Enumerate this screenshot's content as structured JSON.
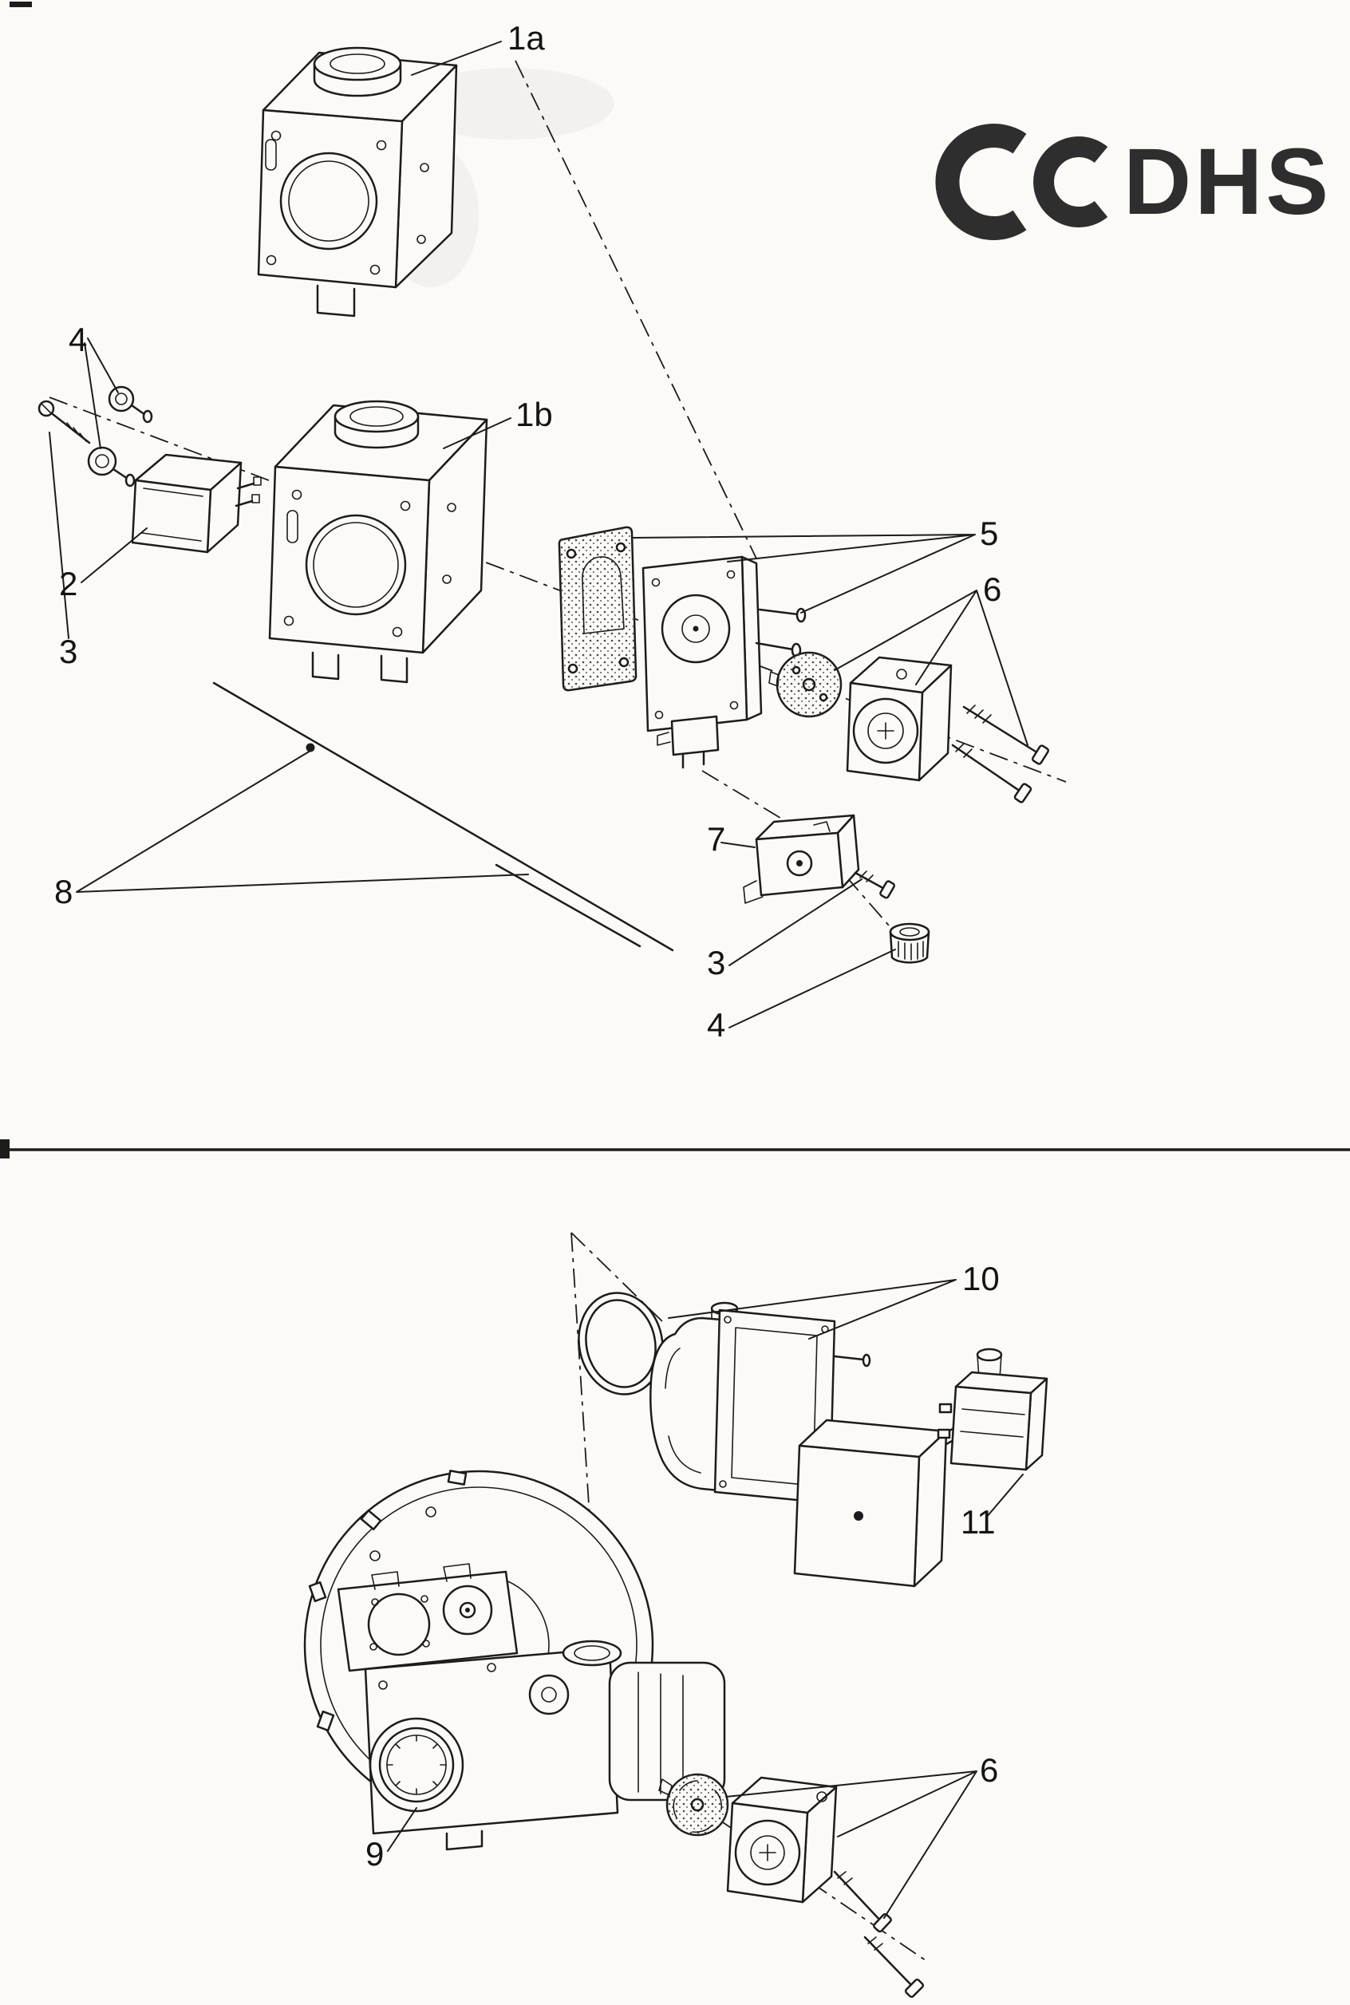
{
  "document": {
    "type": "exploded-parts-diagram",
    "paper_color": "#fbfaf7",
    "ink_color": "#1c1c1c"
  },
  "logo": {
    "text": "DHS",
    "color": "#2e2e2e"
  },
  "upper_diagram": {
    "callouts": [
      {
        "id": "1a",
        "label": "1a"
      },
      {
        "id": "1b",
        "label": "1b"
      },
      {
        "id": "2",
        "label": "2"
      },
      {
        "id": "3",
        "label": "3"
      },
      {
        "id": "4",
        "label": "4"
      },
      {
        "id": "5",
        "label": "5"
      },
      {
        "id": "6",
        "label": "6"
      },
      {
        "id": "7",
        "label": "7"
      },
      {
        "id": "3b",
        "label": "3"
      },
      {
        "id": "4b",
        "label": "4"
      },
      {
        "id": "8",
        "label": "8"
      }
    ]
  },
  "lower_diagram": {
    "callouts": [
      {
        "id": "10",
        "label": "10"
      },
      {
        "id": "11",
        "label": "11"
      },
      {
        "id": "9",
        "label": "9"
      },
      {
        "id": "6b",
        "label": "6"
      }
    ]
  }
}
